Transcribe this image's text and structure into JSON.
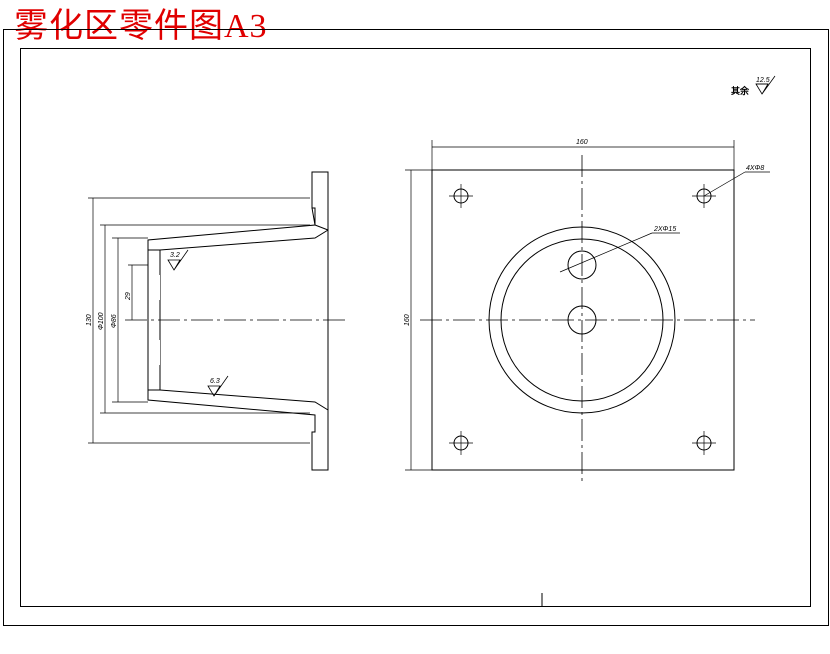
{
  "title": "雾化区零件图A3",
  "roughness_note": {
    "label": "其余",
    "value": "12.5"
  },
  "section_view": {
    "dims": {
      "outer_dia": "130",
      "dia2": "Φ100",
      "dia3": "Φ86",
      "depth": "29"
    },
    "roughness": [
      "3.2",
      "6.3"
    ]
  },
  "plan_view": {
    "width_dim": "160",
    "height_dim": "160",
    "hole_note_corner": "4XΦ8",
    "hole_note_center": "2XΦ15"
  },
  "colors": {
    "title": "#e00000",
    "line": "#000000"
  }
}
